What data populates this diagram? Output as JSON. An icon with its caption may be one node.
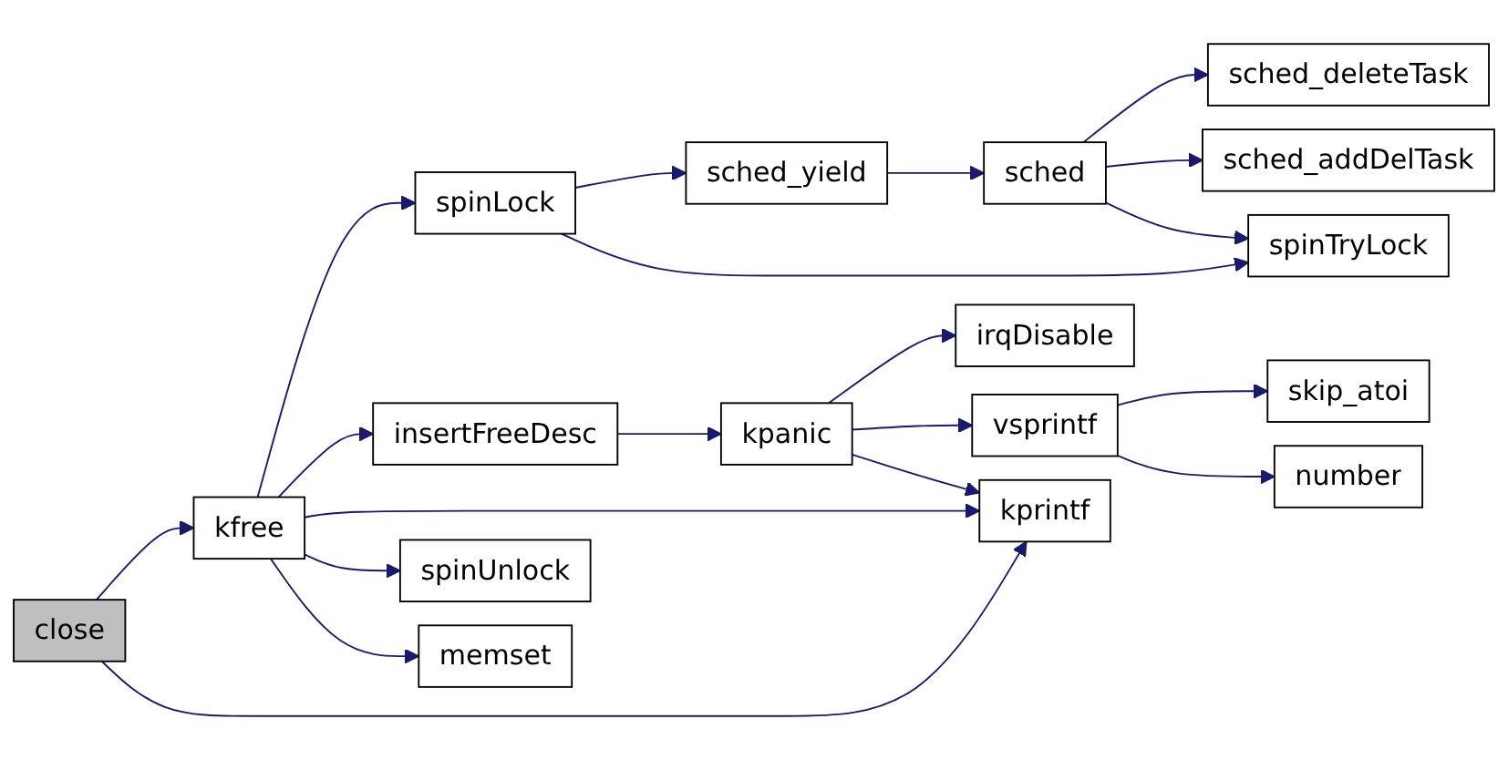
{
  "diagram": {
    "nodes": [
      {
        "text": [
          "close"
        ]
      },
      {
        "text": [
          "kfree"
        ]
      },
      {
        "text": [
          "spinLock"
        ]
      },
      {
        "text": [
          "insertFreeDesc"
        ]
      },
      {
        "text": [
          "spinUnlock"
        ]
      },
      {
        "text": [
          "memset"
        ]
      },
      {
        "text": [
          "sched_yield"
        ]
      },
      {
        "text": [
          "kpanic"
        ]
      },
      {
        "text": [
          "kprintf"
        ]
      },
      {
        "text": [
          "sched"
        ]
      },
      {
        "text": [
          "irqDisable"
        ]
      },
      {
        "text": [
          "vsprintf"
        ]
      },
      {
        "text": [
          "sched_deleteTask"
        ]
      },
      {
        "text": [
          "sched_addDelTask"
        ]
      },
      {
        "text": [
          "spinTryLock"
        ]
      },
      {
        "text": [
          "skip_atoi"
        ]
      },
      {
        "text": [
          "number"
        ]
      }
    ],
    "edges": [
      {
        "from": 0,
        "to": 1,
        "arrow": "to"
      },
      {
        "from": 0,
        "to": 8,
        "arrow": "to"
      },
      {
        "from": 1,
        "to": 2,
        "arrow": "to"
      },
      {
        "from": 1,
        "to": 3,
        "arrow": "to"
      },
      {
        "from": 1,
        "to": 8,
        "arrow": "to"
      },
      {
        "from": 1,
        "to": 4,
        "arrow": "to"
      },
      {
        "from": 1,
        "to": 5,
        "arrow": "to"
      },
      {
        "from": 2,
        "to": 6,
        "arrow": "to"
      },
      {
        "from": 2,
        "to": 14,
        "arrow": "to"
      },
      {
        "from": 6,
        "to": 9,
        "arrow": "to"
      },
      {
        "from": 9,
        "to": 12,
        "arrow": "to"
      },
      {
        "from": 9,
        "to": 13,
        "arrow": "to"
      },
      {
        "from": 9,
        "to": 14,
        "arrow": "to"
      },
      {
        "from": 3,
        "to": 7,
        "arrow": "to"
      },
      {
        "from": 7,
        "to": 10,
        "arrow": "to"
      },
      {
        "from": 7,
        "to": 11,
        "arrow": "to"
      },
      {
        "from": 7,
        "to": 8,
        "arrow": "to"
      },
      {
        "from": 11,
        "to": 15,
        "arrow": "to"
      },
      {
        "from": 11,
        "to": 16,
        "arrow": "to"
      }
    ]
  }
}
